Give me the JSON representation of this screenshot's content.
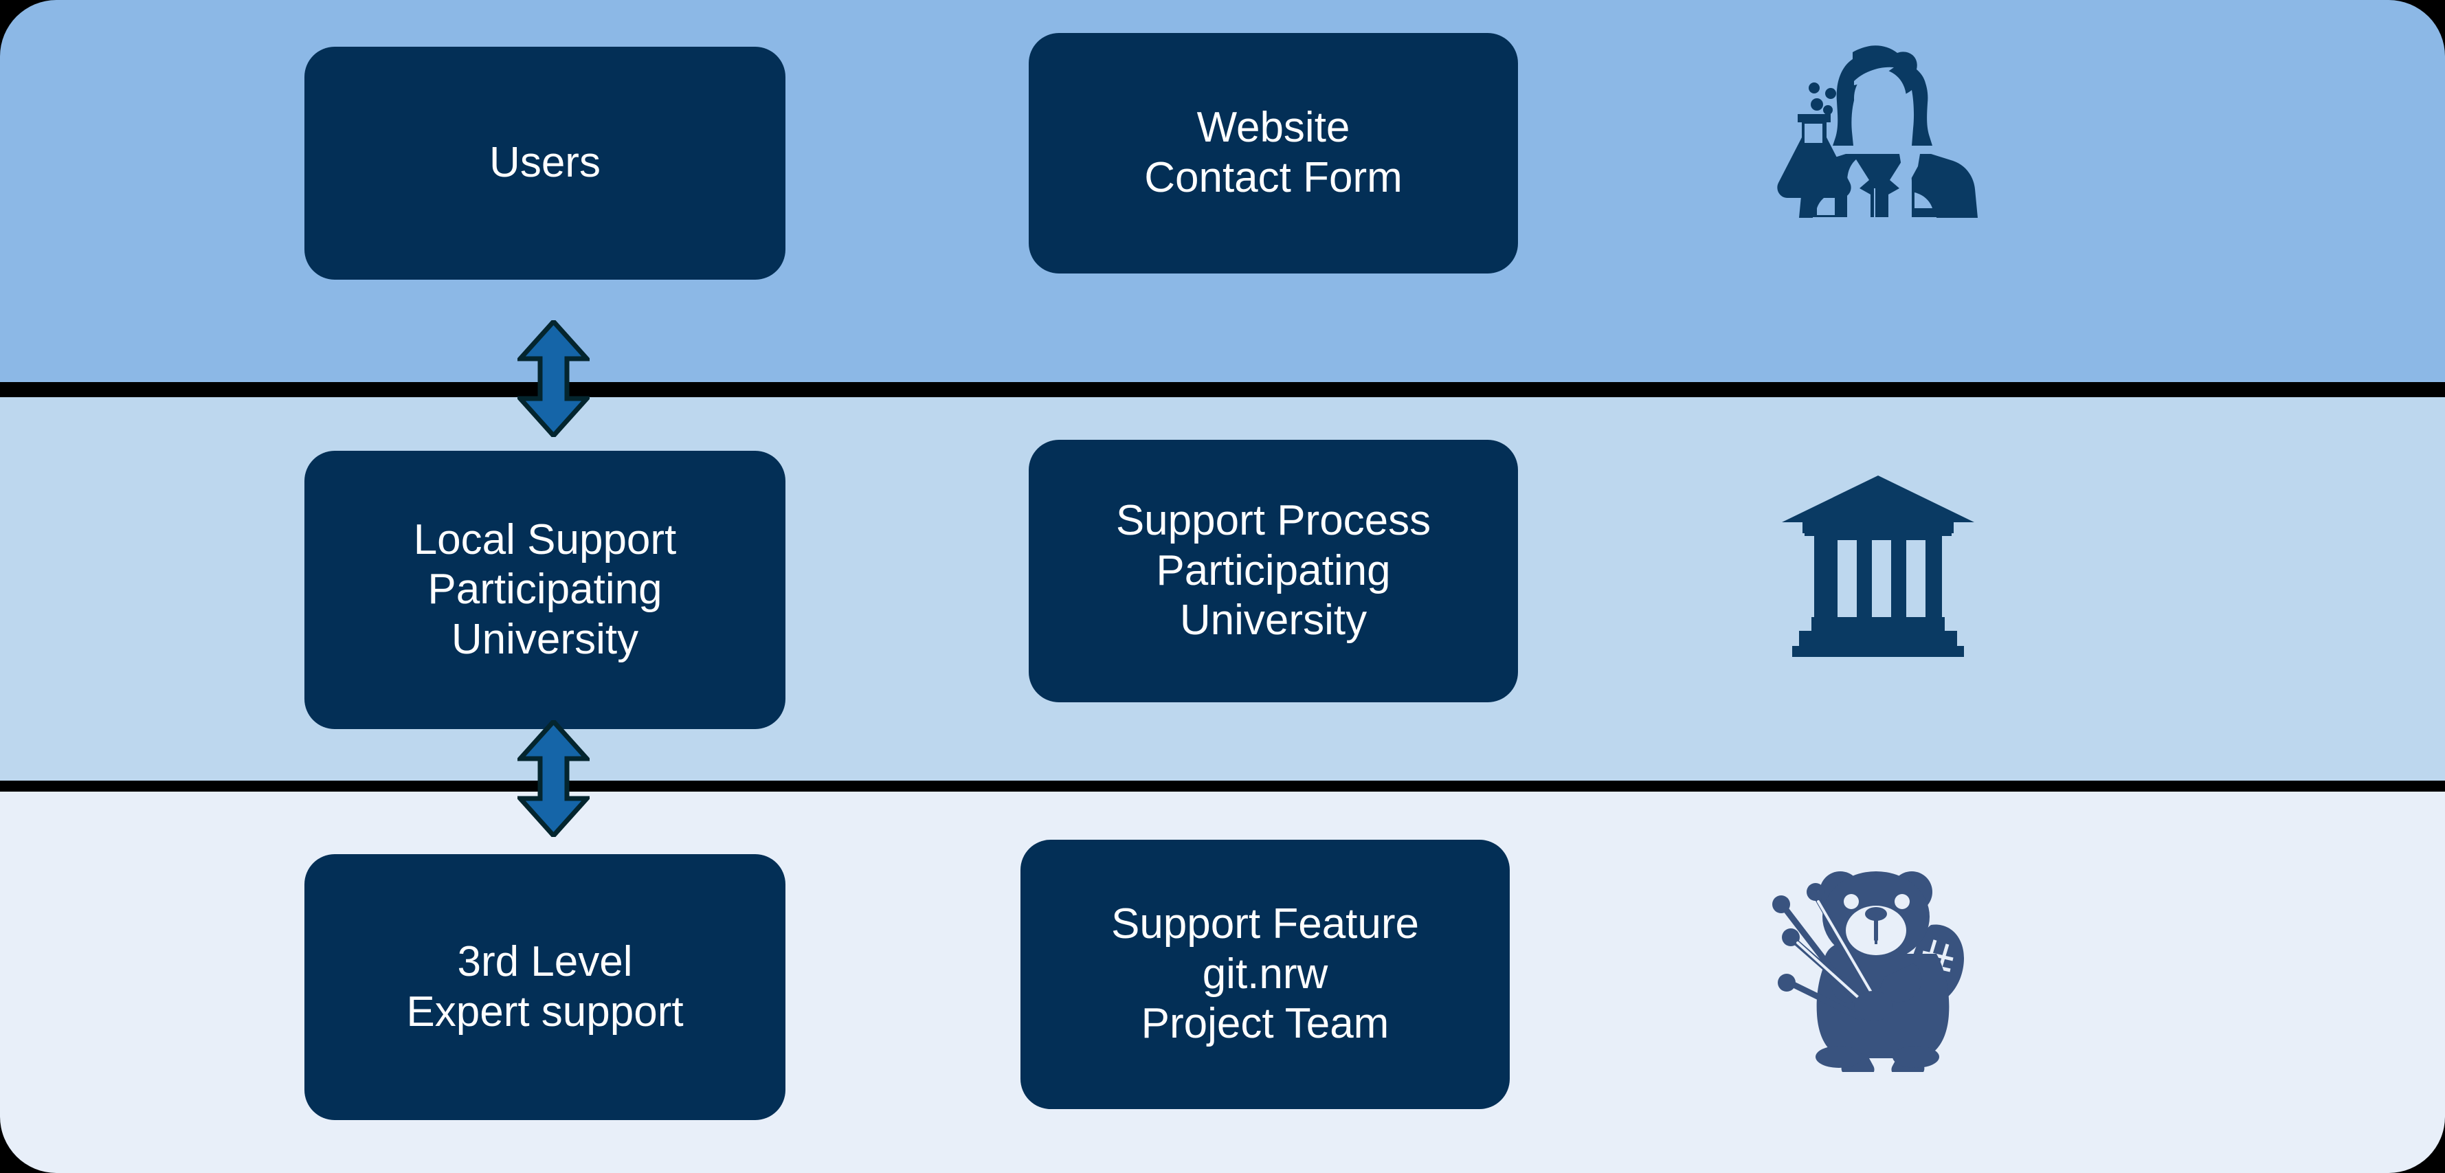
{
  "diagram": {
    "title": "git.nrw three-level support structure",
    "colors": {
      "page_background": "#000000",
      "band_top": "#8CB8E6",
      "band_middle": "#BDD7EE",
      "band_bottom": "#E8EFF9",
      "node_fill": "#032F56",
      "node_text": "#FFFFFF",
      "arrow_fill": "#1565A8",
      "arrow_outline": "#04252E",
      "icon_dark": "#0A3A63",
      "icon_beaver": "#39537F"
    },
    "bands": [
      {
        "name": "level-1",
        "background": "#8CB8E6",
        "nodes": [
          {
            "id": "users",
            "label": "Users"
          },
          {
            "id": "website",
            "label": "Website\nContact Form"
          }
        ],
        "icon": {
          "name": "scientist-icon",
          "label": "Researcher with flask"
        }
      },
      {
        "name": "level-2",
        "background": "#BDD7EE",
        "nodes": [
          {
            "id": "local-support",
            "label": "Local Support\nParticipating\nUniversity"
          },
          {
            "id": "support-process",
            "label": "Support Process\nParticipating\nUniversity"
          }
        ],
        "icon": {
          "name": "institution-icon",
          "label": "University building"
        }
      },
      {
        "name": "level-3",
        "background": "#E8EFF9",
        "nodes": [
          {
            "id": "third-level",
            "label": "3rd Level\nExpert support"
          },
          {
            "id": "support-feature",
            "label": "Support Feature\ngit.nrw\nProject Team"
          }
        ],
        "icon": {
          "name": "beaver-mascot-icon",
          "label": "git.nrw beaver mascot"
        }
      }
    ],
    "connectors": [
      {
        "id": "arrow-level1-level2",
        "name": "double-arrow-icon",
        "direction": "bidirectional",
        "from": "users",
        "to": "local-support"
      },
      {
        "id": "arrow-level2-level3",
        "name": "double-arrow-icon",
        "direction": "bidirectional",
        "from": "local-support",
        "to": "third-level"
      }
    ]
  }
}
